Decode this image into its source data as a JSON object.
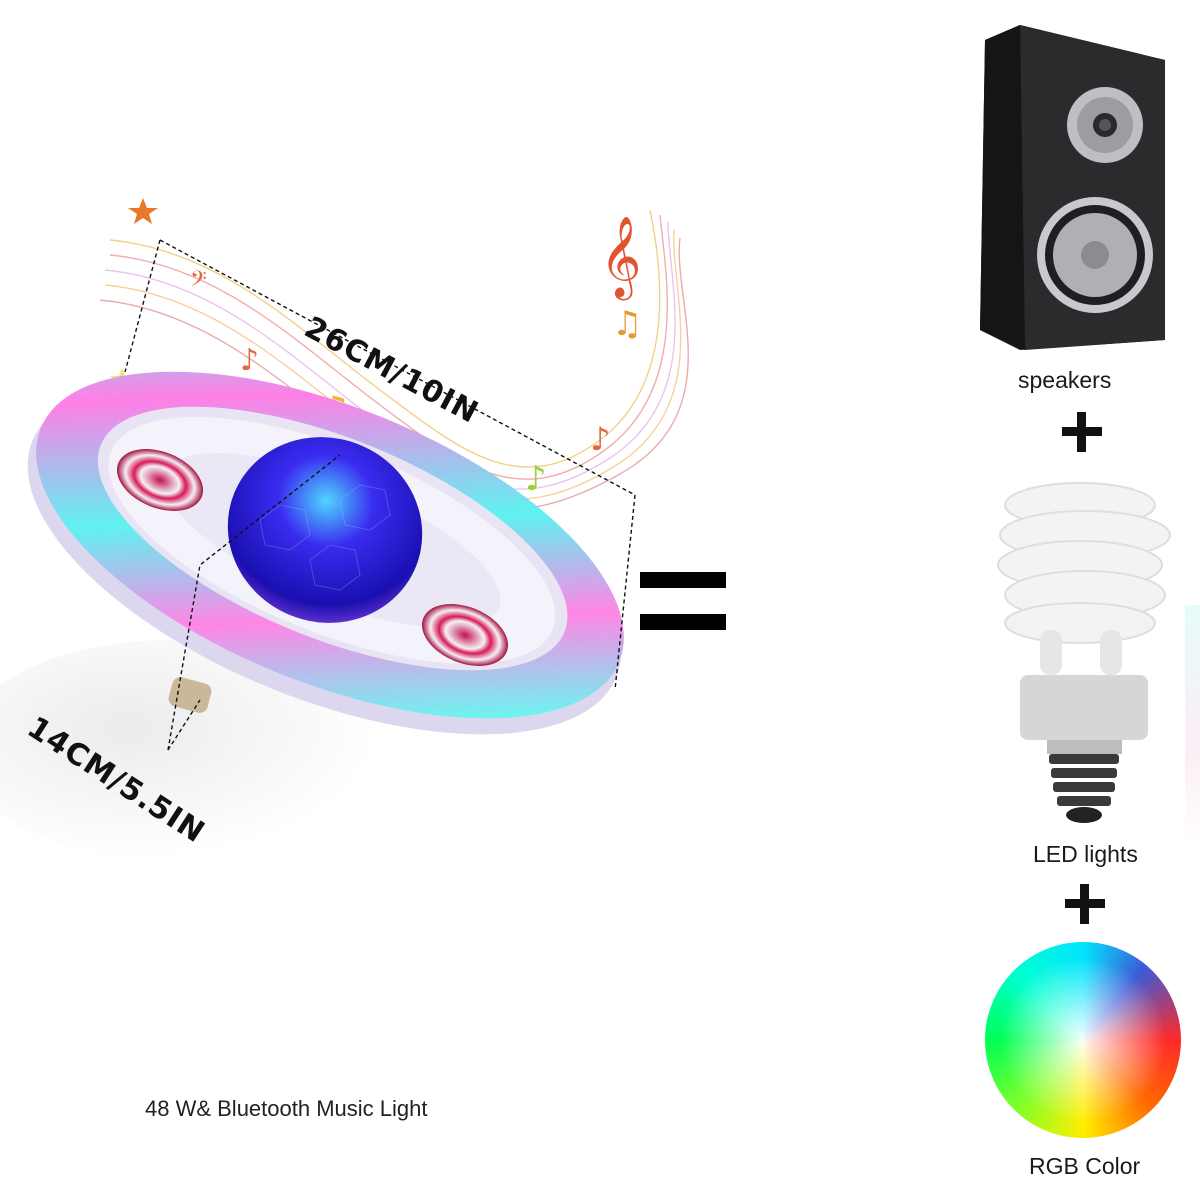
{
  "product": {
    "caption": "48 W& Bluetooth Music Light",
    "dimensions": {
      "width_label": "26CM/10IN",
      "height_label": "14CM/5.5IN"
    },
    "ring_colors": [
      "#ff7ee6",
      "#6ff0f0",
      "#f5a6f0"
    ],
    "dome_color": "#2a1bd6",
    "speaker_color": "#d0174e"
  },
  "equation": {
    "equals_symbol": "=",
    "components": [
      {
        "label": "speakers",
        "icon": "speaker-icon"
      },
      {
        "label": "LED lights",
        "icon": "bulb-icon"
      },
      {
        "label": "RGB Color",
        "icon": "color-wheel-icon"
      }
    ],
    "plus_symbol": "+"
  }
}
